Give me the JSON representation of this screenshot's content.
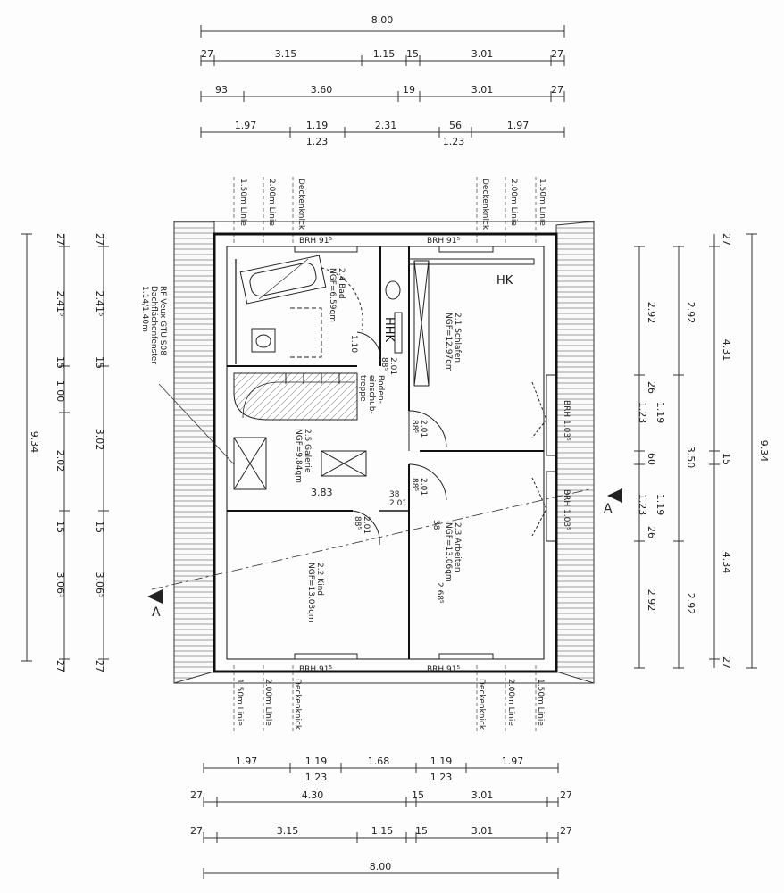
{
  "dimensions": {
    "top_total": "8.00",
    "top_row1": [
      "27",
      "3.15",
      "1.15",
      "15",
      "3.01",
      "27"
    ],
    "top_row2": [
      "93",
      "3.60",
      "19",
      "3.01",
      "27"
    ],
    "top_row3": [
      "1.97",
      "1.19",
      "2.31",
      "56",
      "1.97"
    ],
    "top_row3_sub": [
      "1.23",
      "1.23"
    ],
    "bottom_row1": [
      "1.97",
      "1.19",
      "1.68",
      "1.19",
      "1.97"
    ],
    "bottom_row1_sub": [
      "1.23",
      "1.23"
    ],
    "bottom_row2": [
      "27",
      "4.30",
      "15",
      "3.01",
      "27"
    ],
    "bottom_row3": [
      "27",
      "3.15",
      "1.15",
      "15",
      "3.01",
      "27"
    ],
    "bottom_total": "8.00",
    "left_outer": "9.34",
    "left_col2": [
      "27",
      "2.41⁵",
      "15",
      "1.00",
      "2.02",
      "15",
      "3.06⁵",
      "27"
    ],
    "left_col3": [
      "27",
      "2.41⁵",
      "15",
      "3.02",
      "15",
      "3.06⁵",
      "27"
    ],
    "right_col1": [
      "2.92",
      "26",
      "1.19",
      "1.23",
      "60",
      "1.19",
      "1.23",
      "26",
      "2.92"
    ],
    "right_col2": [
      "2.92",
      "3.50",
      "2.92"
    ],
    "right_col3": [
      "27",
      "4.31",
      "15",
      "4.34",
      "27"
    ],
    "right_outer": "9.34"
  },
  "roof_lines": {
    "top_left": [
      "1.50m Linie",
      "2.00m Linie",
      "Deckenknick"
    ],
    "top_right": [
      "Deckenknick",
      "2.00m Linie",
      "1.50m Linie"
    ],
    "bottom_left": [
      "1.50m Linie",
      "2.00m Linie",
      "Deckenknick"
    ],
    "bottom_right": [
      "Deckenknick",
      "2.00m Linie",
      "1.50m Linie"
    ]
  },
  "rooms": {
    "bad": [
      "2.4 Bad",
      "NGF=6.59qm"
    ],
    "schlafen": [
      "2.1 Schlafen",
      "NGF=12.97qm"
    ],
    "galerie": [
      "2.5 Galerie",
      "NGF=9.84qm"
    ],
    "kind": [
      "2.2 Kind",
      "NGF=13.03qm"
    ],
    "arbeiten": [
      "2.3 Arbeiten",
      "NGF=13.06qm"
    ]
  },
  "labels": {
    "hk_top": "HK",
    "hhk": "HHK",
    "bodentreppe": [
      "Boden-",
      "einschub-",
      "treppe"
    ],
    "rf_note": [
      "RF Veux GTU S08",
      "Dachflächenfenster",
      "1.14/1.40m"
    ],
    "section_mark": "A",
    "window_top": "BRH 91⁵",
    "window_side": "BRH 1.03⁵",
    "door_a": [
      "88⁵",
      "2.01"
    ],
    "door_b": [
      "38",
      "2.01"
    ],
    "inner_dims": [
      "1.10",
      "3.83",
      "2.68⁵",
      "38"
    ]
  }
}
